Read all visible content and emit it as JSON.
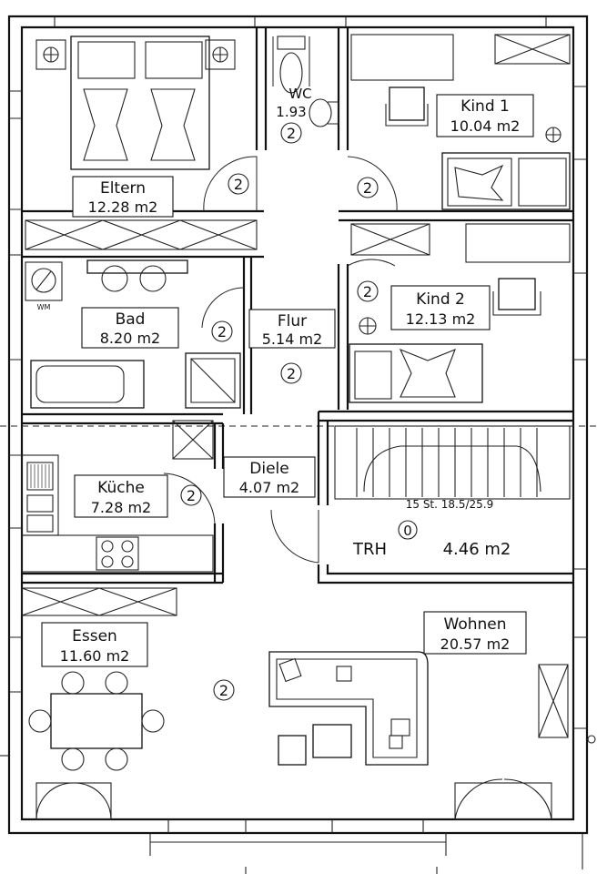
{
  "plan": {
    "rooms": [
      {
        "id": "eltern",
        "name": "Eltern",
        "area": "12.28 m2"
      },
      {
        "id": "wc",
        "name": "WC",
        "area": "1.93"
      },
      {
        "id": "kind1",
        "name": "Kind 1",
        "area": "10.04 m2"
      },
      {
        "id": "bad",
        "name": "Bad",
        "area": "8.20 m2"
      },
      {
        "id": "flur",
        "name": "Flur",
        "area": "5.14 m2"
      },
      {
        "id": "kind2",
        "name": "Kind 2",
        "area": "12.13 m2"
      },
      {
        "id": "kueche",
        "name": "Küche",
        "area": "7.28 m2"
      },
      {
        "id": "diele",
        "name": "Diele",
        "area": "4.07 m2"
      },
      {
        "id": "trh",
        "name": "TRH",
        "area": "4.46 m2"
      },
      {
        "id": "essen",
        "name": "Essen",
        "area": "11.60 m2"
      },
      {
        "id": "wohnen",
        "name": "Wohnen",
        "area": "20.57 m2"
      }
    ],
    "floor_marker": "2",
    "stair_marker": "0",
    "stair_note": "15 St. 18.5/25.9",
    "wm_label": "WM"
  }
}
